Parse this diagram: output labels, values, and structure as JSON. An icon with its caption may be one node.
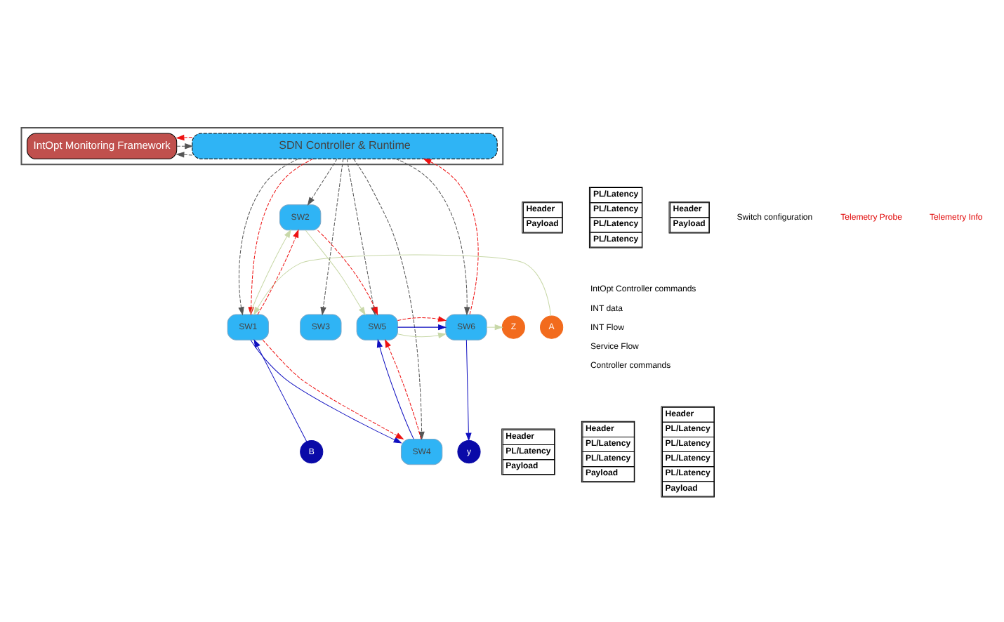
{
  "diagram": {
    "nodes": [
      {
        "text": [],
        "shape": "box"
      },
      {
        "text": [
          "SDN Controller & Runtime"
        ],
        "in": 0
      },
      {
        "text": [
          "IntOpt Monitoring Framework"
        ],
        "in": 0
      },
      {
        "text": [
          "A"
        ]
      },
      {
        "text": [
          "B"
        ]
      },
      {
        "text": [
          "SW1"
        ]
      },
      {
        "text": [
          "SW2"
        ]
      },
      {
        "text": [
          "SW3"
        ]
      },
      {
        "text": [
          "SW4"
        ]
      },
      {
        "text": [
          "SW5"
        ]
      },
      {
        "text": [
          "SW6"
        ]
      },
      {
        "text": [
          "Z"
        ]
      },
      {
        "text": [
          "y"
        ]
      },
      {
        "text": [
          "Header",
          "Payload"
        ]
      },
      {
        "text": [
          "Header",
          "PL/Latency",
          "Payload"
        ]
      },
      {
        "text": [
          "Header",
          "PL/Latency",
          "PL/Latency",
          "Payload"
        ]
      },
      {
        "text": [
          "PL/Latency",
          "PL/Latency",
          "PL/Latency",
          "PL/Latency"
        ]
      },
      {
        "text": [
          "Header",
          "PL/Latency",
          "PL/Latency",
          "PL/Latency",
          "PL/Latency",
          "Payload"
        ]
      },
      {
        "text": [
          "Header",
          "Payload"
        ]
      }
    ],
    "edges": [
      {
        "from": 1,
        "to": 2,
        "arrow": "to",
        "style": "dashed",
        "color": "#555555"
      },
      {
        "from": 2,
        "to": 1,
        "arrow": "to",
        "style": "dashed",
        "color": "#555555"
      },
      {
        "from": 1,
        "to": 2,
        "arrow": "to",
        "style": "dashed",
        "color": "#ee1111"
      },
      {
        "from": 1,
        "to": 5,
        "arrow": "to",
        "style": "dashed",
        "color": "#555555"
      },
      {
        "from": 1,
        "to": 5,
        "arrow": "to",
        "style": "dashed",
        "color": "#ee1111"
      },
      {
        "from": 1,
        "to": 6,
        "arrow": "to",
        "style": "dashed",
        "color": "#555555"
      },
      {
        "from": 1,
        "to": 7,
        "arrow": "to",
        "style": "dashed",
        "color": "#555555"
      },
      {
        "from": 1,
        "to": 8,
        "arrow": "to",
        "style": "dashed",
        "color": "#555555"
      },
      {
        "from": 1,
        "to": 9,
        "arrow": "to",
        "style": "dashed",
        "color": "#555555"
      },
      {
        "from": 1,
        "to": 10,
        "arrow": "to",
        "style": "dashed",
        "color": "#555555"
      },
      {
        "from": 10,
        "to": 1,
        "arrow": "to",
        "style": "dashed",
        "color": "#ee1111"
      },
      {
        "from": 3,
        "to": 5,
        "arrow": "to",
        "color": "#c8d8a8"
      },
      {
        "from": 4,
        "to": 5,
        "arrow": "to",
        "color": "#1010c0"
      },
      {
        "from": 5,
        "to": 6,
        "arrow": "to",
        "color": "#c8d8a8"
      },
      {
        "from": 5,
        "to": 6,
        "arrow": "to",
        "style": "dashed",
        "color": "#ee1111"
      },
      {
        "from": 5,
        "to": 8,
        "arrow": "to",
        "color": "#1010c0"
      },
      {
        "from": 5,
        "to": 8,
        "arrow": "to",
        "style": "dashed",
        "color": "#ee1111"
      },
      {
        "from": 6,
        "to": 9,
        "arrow": "to",
        "color": "#c8d8a8"
      },
      {
        "from": 6,
        "to": 9,
        "arrow": "to",
        "style": "dashed",
        "color": "#ee1111"
      },
      {
        "from": 8,
        "to": 9,
        "arrow": "to",
        "color": "#1010c0"
      },
      {
        "from": 8,
        "to": 9,
        "arrow": "to",
        "style": "dashed",
        "color": "#ee1111"
      },
      {
        "from": 9,
        "to": 10,
        "arrow": "to",
        "color": "#c8d8a8"
      },
      {
        "from": 9,
        "to": 10,
        "arrow": "to",
        "color": "#1010c0"
      },
      {
        "from": 9,
        "to": 10,
        "arrow": "to",
        "style": "dashed",
        "color": "#ee1111"
      },
      {
        "from": 10,
        "to": 11,
        "arrow": "to",
        "color": "#c8d8a8"
      },
      {
        "from": 10,
        "to": 12,
        "arrow": "to",
        "color": "#1010c0"
      }
    ],
    "labels": [
      "Switch configuration",
      "Telemetry Probe",
      "Telemetry Info"
    ],
    "legend": [
      {
        "text": "IntOpt Controller commands"
      },
      {
        "text": "INT data"
      },
      {
        "text": "INT Flow"
      },
      {
        "text": "Service Flow"
      },
      {
        "text": "Controller commands"
      }
    ]
  }
}
